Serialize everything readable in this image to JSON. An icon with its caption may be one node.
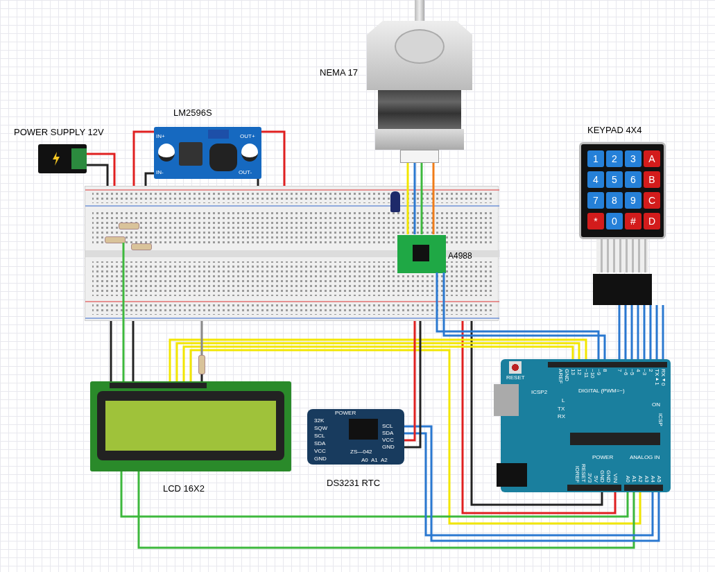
{
  "diagram": {
    "nodes": [
      {
        "text": [
          "POWER SUPPLY 12V"
        ]
      },
      {
        "text": [
          "LM2596S",
          "IN+",
          "IN-",
          "OUT+",
          "OUT-"
        ]
      },
      {
        "text": [
          "NEMA 17"
        ]
      },
      {
        "text": [
          "KEYPAD 4X4",
          "1",
          "2",
          "3",
          "A",
          "4",
          "5",
          "6",
          "B",
          "7",
          "8",
          "9",
          "C",
          "*",
          "0",
          "#",
          "D"
        ]
      },
      {
        "text": [],
        "shape": "box"
      },
      {
        "text": [
          "A4988"
        ],
        "in": 4
      },
      {
        "text": [],
        "shape": "cylinder",
        "in": 4
      },
      {
        "text": [],
        "shape": "bar",
        "in": 4
      },
      {
        "text": [],
        "shape": "bar",
        "in": 4
      },
      {
        "text": [],
        "shape": "bar",
        "in": 4
      },
      {
        "text": [],
        "shape": "bar"
      },
      {
        "text": [
          "LCD 16X2"
        ]
      },
      {
        "text": [
          "DS3231 RTC",
          "POWER",
          "32K",
          "SQW",
          "SCL",
          "SDA",
          "VCC",
          "GND",
          "SCL",
          "SDA",
          "VCC",
          "GND",
          "ZS—042",
          "A0",
          "A1",
          "A2"
        ]
      },
      {
        "text": [
          "RESET",
          "ICSP2",
          "DIGITAL (PWM=~)",
          "L",
          "TX",
          "RX",
          "ON",
          "ICSP",
          "POWER",
          "ANALOG IN",
          "AREF",
          "GND",
          "13",
          "12",
          "~11",
          "~10",
          "~9",
          "8",
          "7",
          "~6",
          "~5",
          "4",
          "~3",
          "2",
          "TX▸1",
          "RX◂0",
          "IOREF",
          "RESET",
          "3V3",
          "5V",
          "GND",
          "GND",
          "VIN",
          "A0",
          "A1",
          "A2",
          "A3",
          "A4",
          "A5"
        ]
      }
    ],
    "edges": [
      {
        "from": 0,
        "to": 4,
        "arrow": "none",
        "color": "#e02020"
      },
      {
        "from": 0,
        "to": 4,
        "arrow": "none",
        "color": "#222222"
      },
      {
        "from": 4,
        "to": 1,
        "arrow": "none",
        "color": "#e02020"
      },
      {
        "from": 1,
        "to": 4,
        "arrow": "none",
        "color": "#222222"
      },
      {
        "from": 1,
        "to": 4,
        "arrow": "none",
        "color": "#e02020"
      },
      {
        "from": 1,
        "to": 4,
        "arrow": "none",
        "color": "#222222"
      },
      {
        "from": 2,
        "to": 5,
        "arrow": "none",
        "color": "#f2e600"
      },
      {
        "from": 2,
        "to": 5,
        "arrow": "none"
      },
      {
        "from": 2,
        "to": 5,
        "arrow": "none",
        "color": "#3db83d"
      },
      {
        "from": 2,
        "to": 5,
        "arrow": "none",
        "color": "#f07c18"
      },
      {
        "from": 4,
        "to": 13,
        "arrow": "none",
        "color": "#e02020"
      },
      {
        "from": 4,
        "to": 13,
        "arrow": "none",
        "color": "#222222"
      },
      {
        "from": 5,
        "to": 13,
        "arrow": "none"
      },
      {
        "from": 5,
        "to": 13,
        "arrow": "none"
      },
      {
        "from": 3,
        "to": 13,
        "arrow": "none"
      },
      {
        "from": 3,
        "to": 13,
        "arrow": "none"
      },
      {
        "from": 3,
        "to": 13,
        "arrow": "none"
      },
      {
        "from": 3,
        "to": 13,
        "arrow": "none"
      },
      {
        "from": 3,
        "to": 13,
        "arrow": "none"
      },
      {
        "from": 3,
        "to": 13,
        "arrow": "none"
      },
      {
        "from": 3,
        "to": 13,
        "arrow": "none"
      },
      {
        "from": 3,
        "to": 13,
        "arrow": "none"
      },
      {
        "from": 11,
        "to": 13,
        "arrow": "none",
        "color": "#f2e600"
      },
      {
        "from": 11,
        "to": 13,
        "arrow": "none",
        "color": "#f2e600"
      },
      {
        "from": 11,
        "to": 13,
        "arrow": "none",
        "color": "#f2e600"
      },
      {
        "from": 11,
        "to": 13,
        "arrow": "none",
        "color": "#f2e600"
      },
      {
        "from": 11,
        "to": 4,
        "arrow": "none",
        "color": "#222222"
      },
      {
        "from": 11,
        "to": 4,
        "arrow": "none",
        "color": "#222222"
      },
      {
        "from": 8,
        "to": 11,
        "arrow": "none",
        "color": "#3db83d"
      },
      {
        "from": 11,
        "to": 13,
        "arrow": "none",
        "color": "#3db83d"
      },
      {
        "from": 11,
        "to": 13,
        "arrow": "none",
        "color": "#3db83d"
      },
      {
        "from": 4,
        "to": 10,
        "arrow": "none",
        "color": "#888888"
      },
      {
        "from": 10,
        "to": 11,
        "arrow": "none",
        "color": "#222222"
      },
      {
        "from": 12,
        "to": 13,
        "arrow": "none"
      },
      {
        "from": 12,
        "to": 13,
        "arrow": "none"
      },
      {
        "from": 12,
        "to": 4,
        "arrow": "none",
        "color": "#e02020"
      },
      {
        "from": 12,
        "to": 4,
        "arrow": "none",
        "color": "#222222"
      }
    ]
  }
}
